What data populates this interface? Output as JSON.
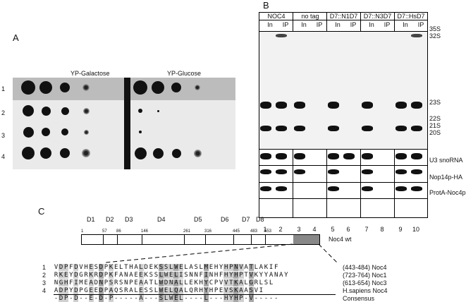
{
  "panels": {
    "a": "A",
    "b": "B",
    "c": "C"
  },
  "panel_a": {
    "plate_labels": [
      "YP-Galactose",
      "YP-Glucose"
    ],
    "row_labels": [
      "1",
      "2",
      "3",
      "4"
    ]
  },
  "panel_b": {
    "groups": [
      "NOC4",
      "no tag",
      "D7::N1D7",
      "D7::N3D7",
      "D7::HsD7"
    ],
    "lane_types": [
      "In",
      "IP"
    ],
    "rrna_labels": [
      "35S",
      "32S",
      "23S",
      "22S",
      "21S",
      "20S"
    ],
    "blot_labels": [
      "U3 snoRNA",
      "Nop14p-HA",
      "ProtA-Noc4p"
    ],
    "lane_numbers": [
      "1",
      "2",
      "3",
      "4",
      "5",
      "6",
      "7",
      "8",
      "9",
      "10"
    ]
  },
  "panel_c": {
    "domains": [
      "D1",
      "D2",
      "D3",
      "D4",
      "D5",
      "D6",
      "D7",
      "D8"
    ],
    "positions": [
      "1",
      "57",
      "86",
      "146",
      "261",
      "316",
      "445",
      "483",
      "553"
    ],
    "construct": "Noc4 wt",
    "alignment": [
      {
        "num": "1",
        "seq": "VDPFDVHESDPKELTHALDEKSSLWELASLMEHYHPNVATLAKIF",
        "label": "(443-484) Noc4"
      },
      {
        "num": "2",
        "seq": "RKEYDGRKRDPKFANAEEKSSLWELISNNFINHFHYHPTVKYYANAY",
        "label": "(723-764) Noc1"
      },
      {
        "num": "3",
        "seq": "NGHFIMEADNPSRSNPEAATLWDNALLEKHYCPVVTKALGRLSL",
        "label": "(613-654) Noc3"
      },
      {
        "num": "4",
        "seq": "ADPYDPGEEDPAQSRALESSLWELQALQRHYHPEVSKAASVI",
        "label": "H.sapiens Noc4"
      },
      {
        "num": "",
        "seq": "-DP-D--E-D-P-----A---SLWEL----L---HYHP-V-----",
        "label": "Consensus"
      }
    ]
  }
}
